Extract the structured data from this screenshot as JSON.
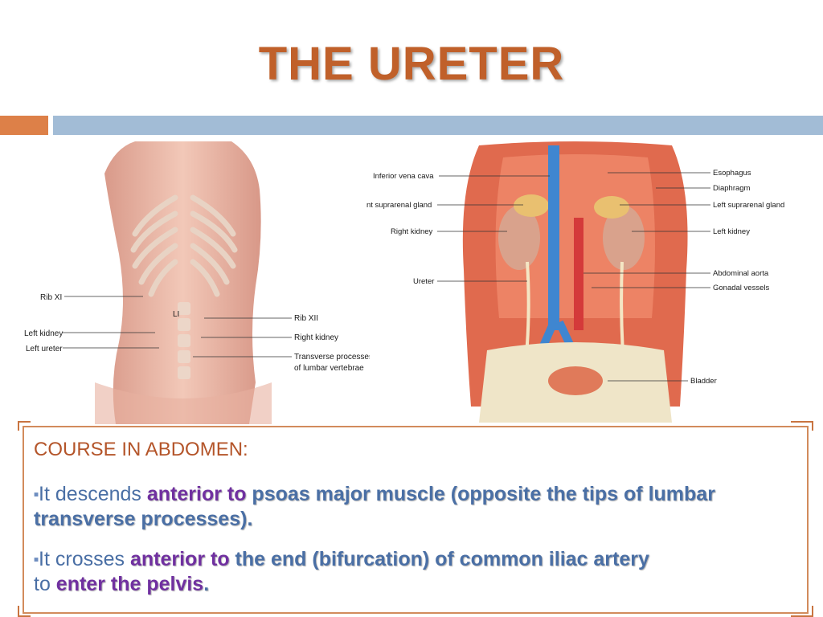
{
  "slide": {
    "title": "THE URETER"
  },
  "figure_back": {
    "labels": {
      "rib_xi": "Rib XI",
      "left_kidney": "Left kidney",
      "left_ureter": "Left ureter",
      "rib_xii": "Rib XII",
      "right_kidney": "Right kidney",
      "transverse_1": "Transverse processes",
      "transverse_2": "of lumbar vertebrae",
      "vertebra_mark": "LI"
    }
  },
  "figure_abdomen": {
    "labels": {
      "ivc": "Inferior vena cava",
      "right_suprarenal": "nt suprarenal gland",
      "right_kidney": "Right kidney",
      "ureter": "Ureter",
      "esophagus": "Esophagus",
      "diaphragm": "Diaphragm",
      "left_suprarenal": "Left suprarenal gland",
      "left_kidney": "Left kidney",
      "abdominal_aorta": "Abdominal aorta",
      "gonadal_vessels": "Gonadal vessels",
      "bladder": "Bladder"
    }
  },
  "content": {
    "heading": "COURSE IN ABDOMEN:",
    "bullet1": {
      "prefix": "It descends ",
      "emph": "anterior to",
      "rest": " psoas major muscle (opposite the tips of lumbar transverse processes)."
    },
    "bullet2": {
      "prefix": "It crosses ",
      "emph": "anterior to",
      "middle": " the end (bifurcation) of common iliac artery",
      "to": " to ",
      "enter": "enter the pelvis",
      "end": "."
    }
  },
  "colors": {
    "title": "#c0602a",
    "accent_orange": "#dd8048",
    "accent_blue": "#a2bcd6",
    "body_text": "#4a6fa5",
    "emphasis": "#7030a0"
  }
}
